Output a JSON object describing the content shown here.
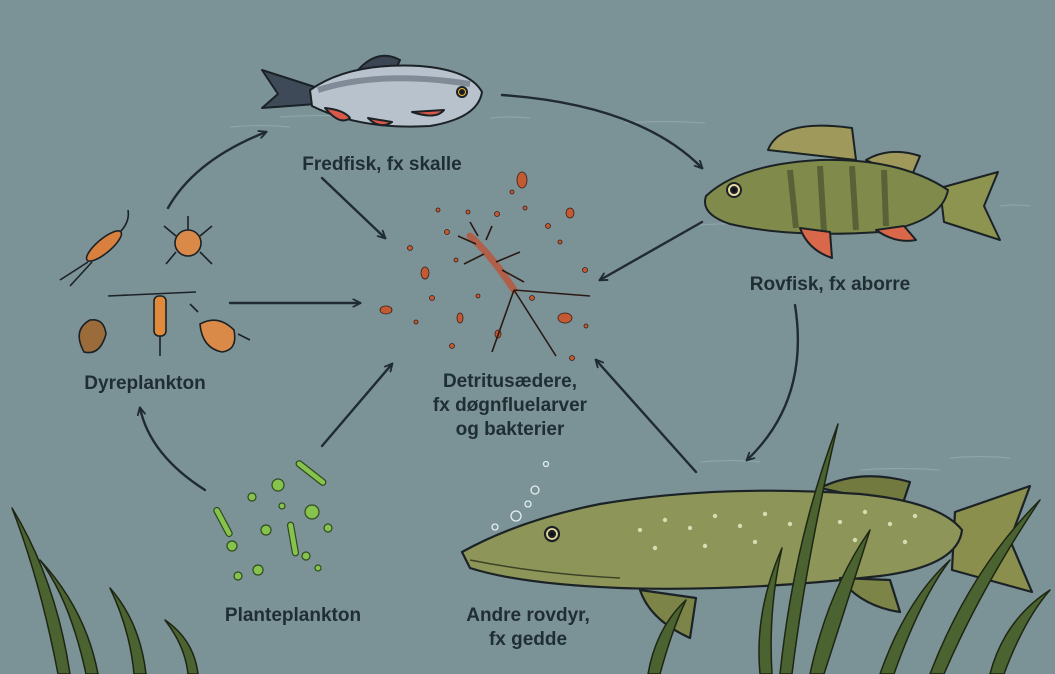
{
  "labels": {
    "fredfisk": "Fredfisk, fx skalle",
    "rovfisk": "Rovfisk, fx aborre",
    "dyreplankton": "Dyreplankton",
    "planteplankton": "Planteplankton",
    "andre_line1": "Andre rovdyr,",
    "andre_line2": "fx gedde",
    "detritus_line1": "Detritusædere,",
    "detritus_line2": "fx døgnfluelarver",
    "detritus_line3": "og bakterier"
  },
  "colors": {
    "water": "#7b9297",
    "text": "#1f2e33",
    "arrow": "#1f2b30",
    "algae": "#7bc04a",
    "detritus": "#c0562f",
    "weed": "#45592a"
  }
}
